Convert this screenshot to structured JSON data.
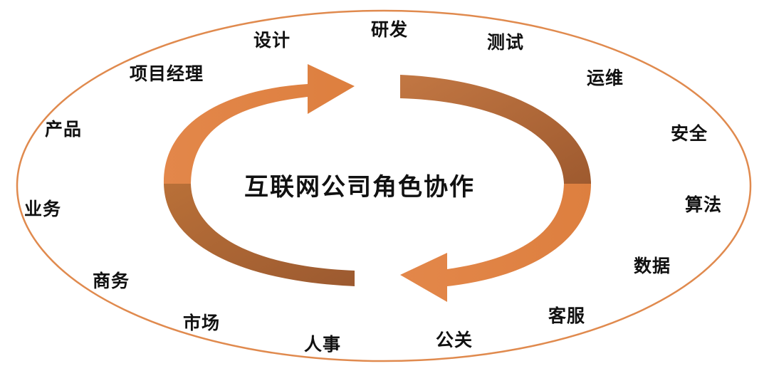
{
  "diagram": {
    "title": "互联网公司角色协作",
    "colors": {
      "outer_ellipse": "#E08A4E",
      "arrow_light": "#E3874A",
      "arrow_dark": "#B36A3A"
    },
    "roles": [
      "研发",
      "测试",
      "运维",
      "安全",
      "算法",
      "数据",
      "客服",
      "公关",
      "人事",
      "市场",
      "商务",
      "业务",
      "产品",
      "项目经理",
      "设计"
    ]
  }
}
